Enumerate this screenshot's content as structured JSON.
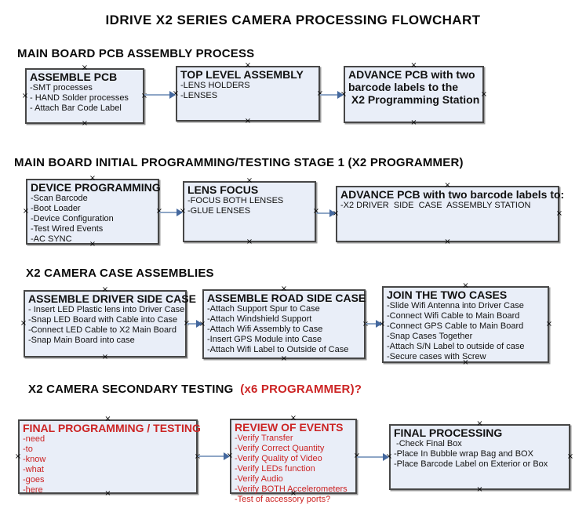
{
  "title": "IDRIVE X2  SERIES CAMERA PROCESSING FLOWCHART",
  "colors": {
    "box_fill": "#e9eef8",
    "box_border": "#474747",
    "arrow_line": "#8ea6c6",
    "arrow_head": "#44689e",
    "red_text": "#cc2424"
  },
  "sections": [
    {
      "heading": [
        {
          "text": "MAIN BOARD PCB ASSEMBLY PROCESS",
          "red": false
        }
      ],
      "boxes": [
        {
          "red": false,
          "title_lines": [
            "ASSEMBLE PCB"
          ],
          "items": [
            "-SMT processes",
            "- HAND Solder processes",
            "- Attach Bar Code Label"
          ]
        },
        {
          "red": false,
          "title_lines": [
            "TOP LEVEL ASSEMBLY"
          ],
          "items": [
            "-LENS HOLDERS",
            "-LENSES"
          ]
        },
        {
          "red": false,
          "title_lines": [
            "ADVANCE PCB with two",
            "barcode labels to the",
            " X2 Programming Station"
          ],
          "items": []
        }
      ]
    },
    {
      "heading": [
        {
          "text": "MAIN BOARD INITIAL PROGRAMMING/TESTING STAGE 1 (X2 PROGRAMMER)",
          "red": false
        }
      ],
      "boxes": [
        {
          "red": false,
          "title_lines": [
            "DEVICE PROGRAMMING"
          ],
          "items": [
            "-Scan Barcode",
            "-Boot Loader",
            "-Device Configuration",
            "-Test Wired Events",
            "-AC SYNC"
          ]
        },
        {
          "red": false,
          "title_lines": [
            "LENS FOCUS"
          ],
          "items": [
            "-FOCUS BOTH LENSES",
            "-GLUE LENSES"
          ]
        },
        {
          "red": false,
          "title_lines": [
            "ADVANCE PCB with two barcode labels to:"
          ],
          "items": [
            "-X2 DRIVER  SIDE  CASE  ASSEMBLY STATION"
          ]
        }
      ]
    },
    {
      "heading": [
        {
          "text": "X2 CAMERA CASE ASSEMBLIES",
          "red": false
        }
      ],
      "boxes": [
        {
          "red": false,
          "title_lines": [
            "ASSEMBLE DRIVER SIDE CASE"
          ],
          "items": [
            "- Insert LED Plastic lens into Driver Case",
            "-Snap LED Board with Cable into Case",
            "-Connect LED Cable to X2 Main Board",
            "-Snap Main Board into case"
          ]
        },
        {
          "red": false,
          "title_lines": [
            "ASSEMBLE ROAD SIDE CASE"
          ],
          "items": [
            "-Attach Support Spur to Case",
            "-Attach Windshield Support",
            "-Attach Wifi Assembly to Case",
            "-Insert GPS Module into Case",
            "-Attach Wifi Label to Outside of Case"
          ]
        },
        {
          "red": false,
          "title_lines": [
            "JOIN THE TWO CASES"
          ],
          "items": [
            "-Slide Wifi Antenna into Driver Case",
            "-Connect Wifi Cable to Main Board",
            "-Connect GPS Cable to Main Board",
            "-Snap Cases Together",
            "-Attach S/N Label to outside of case",
            "-Secure cases with Screw"
          ]
        }
      ]
    },
    {
      "heading": [
        {
          "text": "X2 CAMERA SECONDARY TESTING  ",
          "red": false
        },
        {
          "text": "(x6 PROGRAMMER)?",
          "red": true
        }
      ],
      "boxes": [
        {
          "red": true,
          "title_lines": [
            "FINAL PROGRAMMING / TESTING"
          ],
          "items": [
            "-need",
            "-to",
            "-know",
            "-what",
            "-goes",
            "-here"
          ]
        },
        {
          "red": true,
          "title_lines": [
            "REVIEW OF EVENTS"
          ],
          "items": [
            "-Verify Transfer",
            "-Verify Correct Quantity",
            "-Verify Quality of Video",
            "-Verify LEDs function",
            "-Verify Audio",
            "-Verify BOTH Accelerometers",
            "-Test of accessory ports?"
          ]
        },
        {
          "red": false,
          "title_lines": [
            "FINAL PROCESSING"
          ],
          "items": [
            " -Check Final Box",
            "-Place In Bubble wrap Bag and BOX",
            "-Place Barcode Label on Exterior or Box"
          ]
        }
      ]
    }
  ]
}
